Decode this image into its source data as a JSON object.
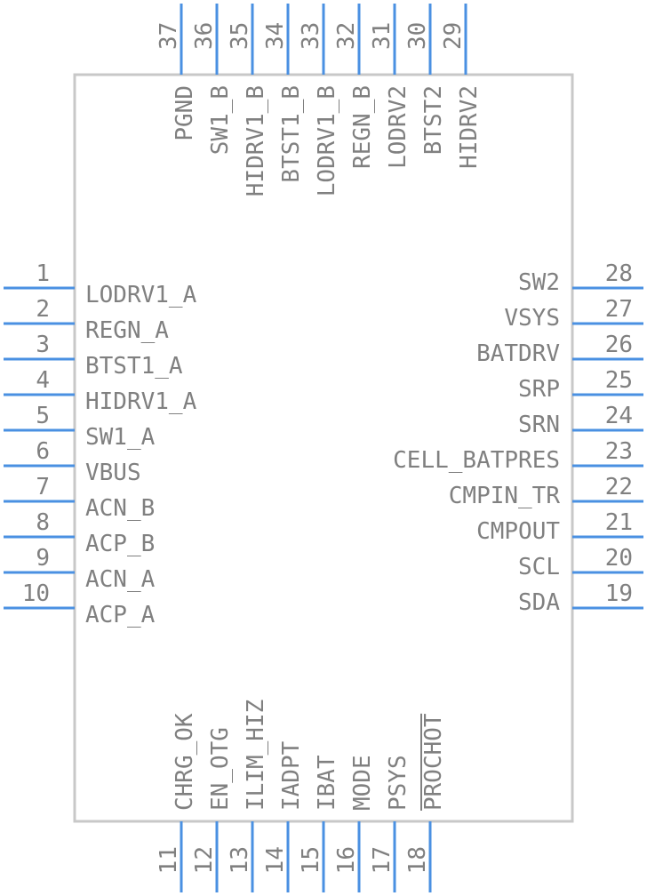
{
  "component": {
    "colors": {
      "pin": "#4a90e2",
      "body_outline": "#c8c8c8",
      "text": "#808080",
      "background": "#ffffff"
    },
    "pins_left": [
      {
        "number": "1",
        "name": "LODRV1_A"
      },
      {
        "number": "2",
        "name": "REGN_A"
      },
      {
        "number": "3",
        "name": "BTST1_A"
      },
      {
        "number": "4",
        "name": "HIDRV1_A"
      },
      {
        "number": "5",
        "name": "SW1_A"
      },
      {
        "number": "6",
        "name": "VBUS"
      },
      {
        "number": "7",
        "name": "ACN_B"
      },
      {
        "number": "8",
        "name": "ACP_B"
      },
      {
        "number": "9",
        "name": "ACN_A"
      },
      {
        "number": "10",
        "name": "ACP_A"
      }
    ],
    "pins_bottom": [
      {
        "number": "11",
        "name": "CHRG_OK"
      },
      {
        "number": "12",
        "name": "EN_OTG"
      },
      {
        "number": "13",
        "name": "ILIM_HIZ"
      },
      {
        "number": "14",
        "name": "IADPT"
      },
      {
        "number": "15",
        "name": "IBAT"
      },
      {
        "number": "16",
        "name": "MODE"
      },
      {
        "number": "17",
        "name": "PSYS"
      },
      {
        "number": "18",
        "name": "PROCHOT",
        "overbar": true
      }
    ],
    "pins_right": [
      {
        "number": "19",
        "name": "SDA"
      },
      {
        "number": "20",
        "name": "SCL"
      },
      {
        "number": "21",
        "name": "CMPOUT"
      },
      {
        "number": "22",
        "name": "CMPIN_TR"
      },
      {
        "number": "23",
        "name": "CELL_BATPRES"
      },
      {
        "number": "24",
        "name": "SRN"
      },
      {
        "number": "25",
        "name": "SRP"
      },
      {
        "number": "26",
        "name": "BATDRV"
      },
      {
        "number": "27",
        "name": "VSYS"
      },
      {
        "number": "28",
        "name": "SW2"
      }
    ],
    "pins_top": [
      {
        "number": "29",
        "name": "HIDRV2"
      },
      {
        "number": "30",
        "name": "BTST2"
      },
      {
        "number": "31",
        "name": "LODRV2"
      },
      {
        "number": "32",
        "name": "REGN_B"
      },
      {
        "number": "33",
        "name": "LODRV1_B"
      },
      {
        "number": "34",
        "name": "BTST1_B"
      },
      {
        "number": "35",
        "name": "HIDRV1_B"
      },
      {
        "number": "36",
        "name": "SW1_B"
      },
      {
        "number": "37",
        "name": "PGND"
      }
    ]
  }
}
